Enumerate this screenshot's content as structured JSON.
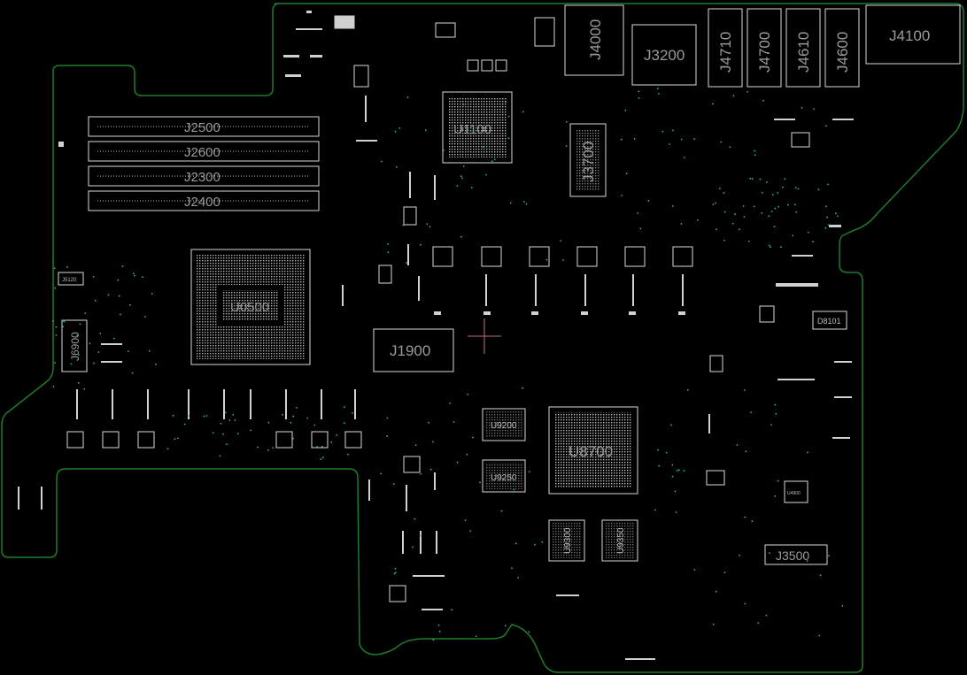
{
  "board": {
    "outline_color": "#1f7a2a",
    "component_color": "#d8d8d8",
    "label_color": "#9a9a9a",
    "via_color": "#2fb3a3",
    "cursor_color": "#c0707a"
  },
  "labels": {
    "j4000": "J4000",
    "j3200": "J3200",
    "j4710": "J4710",
    "j4700": "J4700",
    "j4610": "J4610",
    "j4600": "J4600",
    "j4100": "J4100",
    "j2500": "J2500",
    "j2600": "J2600",
    "j2300": "J2300",
    "j2400": "J2400",
    "u1100": "U1100",
    "j3700": "J3700",
    "j5120": "J5120",
    "j6900": "J6900",
    "u0500": "U0500",
    "j1900": "J1900",
    "d8101": "D8101",
    "u9200": "U9200",
    "u9250": "U9250",
    "u8700": "U8700",
    "u9300": "U9300",
    "u9350": "U9350",
    "j3500": "J3500",
    "u4900": "U4900"
  }
}
